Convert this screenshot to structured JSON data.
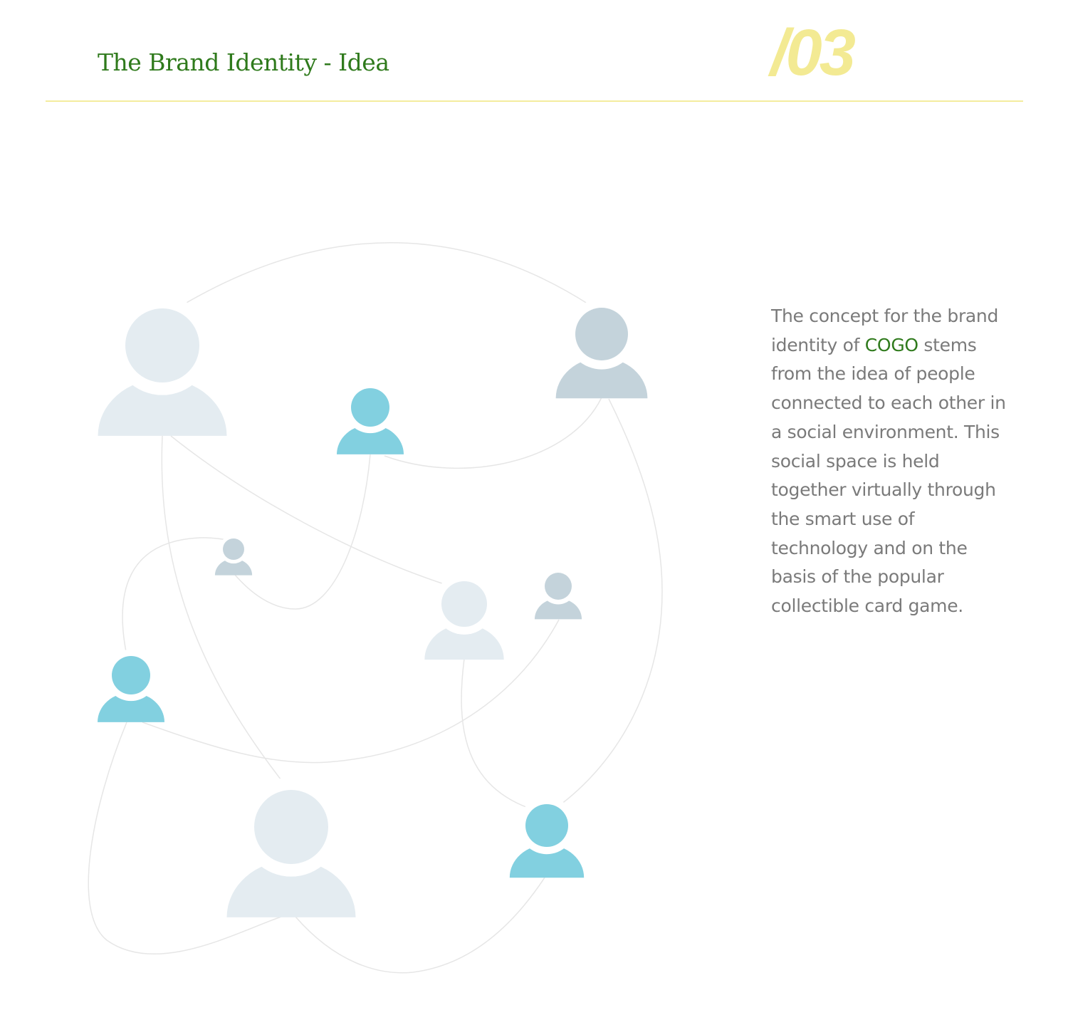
{
  "header": {
    "title": "The Brand Identity - Idea",
    "page_number": "/03"
  },
  "description": {
    "line1": "The concept for the brand",
    "line2_pre": "identity of ",
    "brand": "COGO",
    "line2_post": " stems",
    "lines": [
      "from the idea of people",
      "connected to each other in",
      "a social environment. This",
      "social space is held",
      "together virtually through",
      "the smart use of",
      "technology and on the",
      "basis of the popular",
      "collectible card game."
    ]
  },
  "colors": {
    "title_green": "#2f7a1c",
    "accent_yellow": "#f3ea93",
    "person_light": "#e4ecf1",
    "person_gray": "#c4d3db",
    "person_cyan": "#82d0e0",
    "connector": "#e6e6e6"
  },
  "network": {
    "people": [
      {
        "tone": "light"
      },
      {
        "tone": "cyan"
      },
      {
        "tone": "gray"
      },
      {
        "tone": "gray"
      },
      {
        "tone": "light"
      },
      {
        "tone": "gray"
      },
      {
        "tone": "cyan"
      },
      {
        "tone": "light"
      },
      {
        "tone": "cyan"
      }
    ]
  }
}
